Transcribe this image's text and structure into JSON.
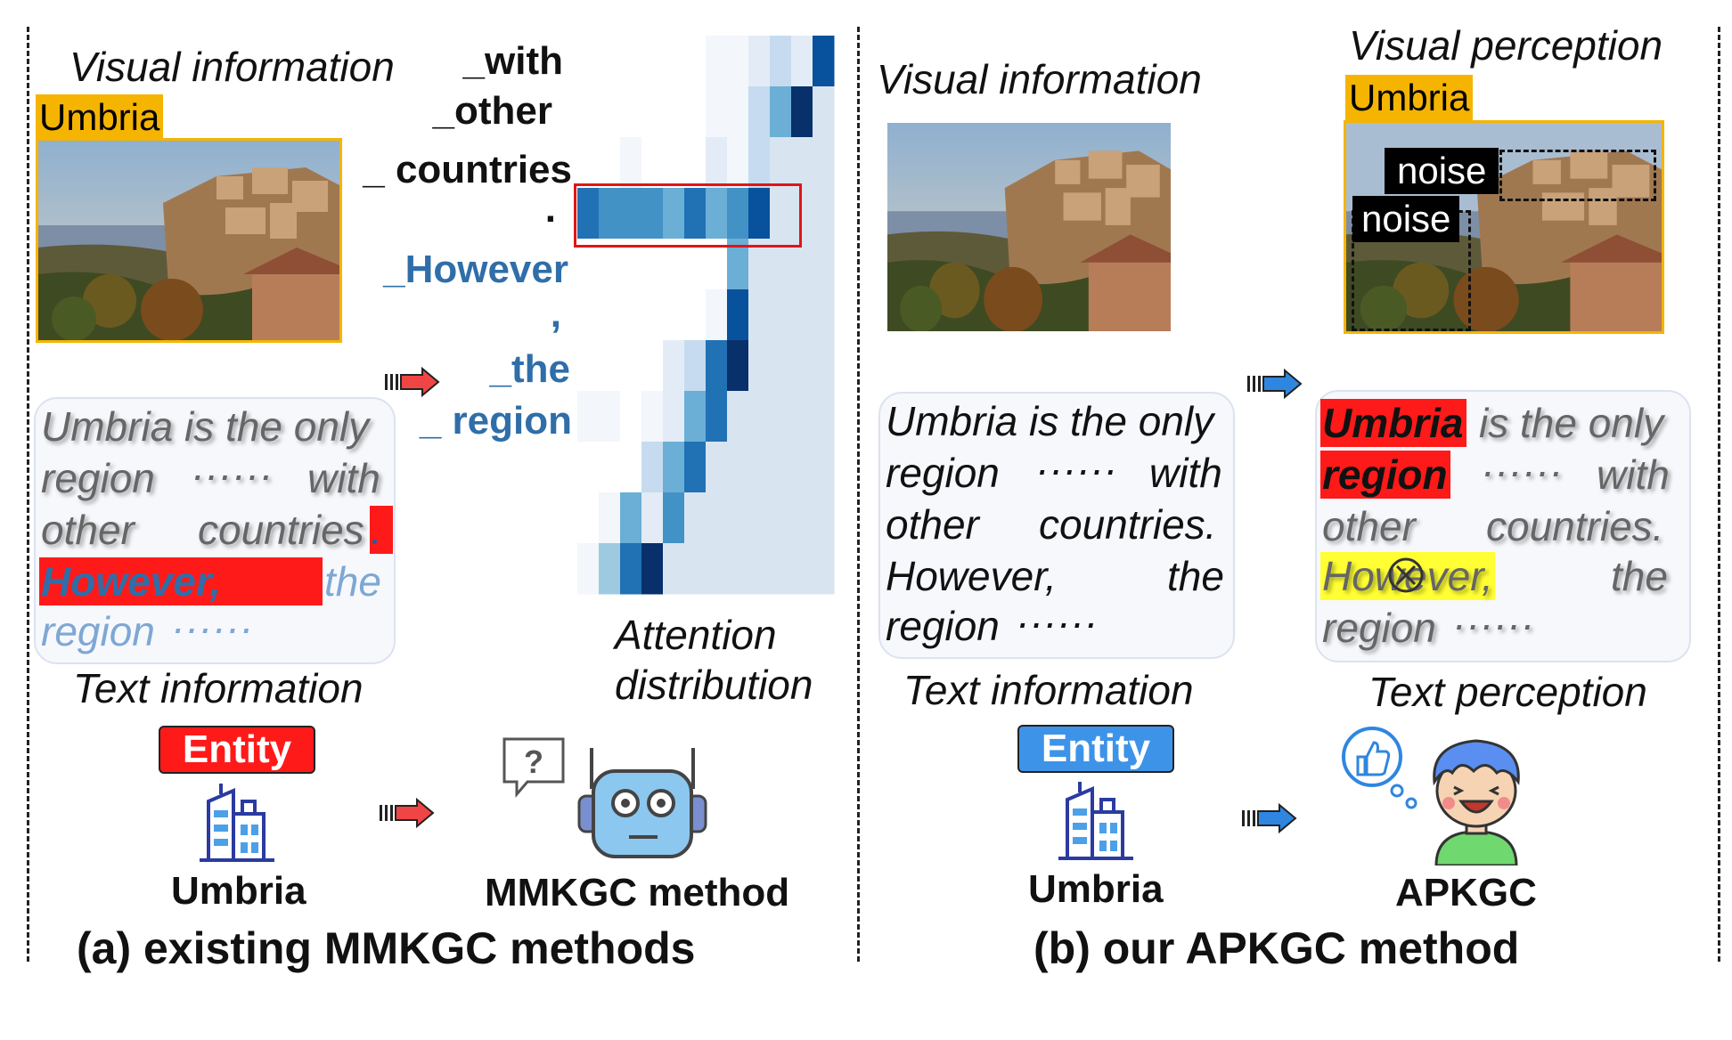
{
  "left": {
    "visual_label": "Visual information",
    "entity_tag": "Umbria",
    "text_lines": [
      "Umbria is the only",
      "region",
      "······",
      "with",
      "other",
      "countries",
      ".",
      "However,",
      "the",
      "region",
      "······"
    ],
    "text_label": "Text information",
    "tokens": [
      "_with",
      "_other",
      "_ countries",
      ".",
      "_However",
      ",",
      "_the",
      "_ region"
    ],
    "attention_label_1": "Attention",
    "attention_label_2": "distribution",
    "entity_badge": "Entity",
    "entity_name": "Umbria",
    "method_label": "MMKGC method",
    "caption": "(a)  existing MMKGC methods"
  },
  "right": {
    "visual_label": "Visual information",
    "perception_label": "Visual perception",
    "entity_tag": "Umbria",
    "noise_1": "noise",
    "noise_2": "noise",
    "text_lines": [
      "Umbria is the only",
      "region",
      "······",
      "with",
      "other",
      "countries.",
      "However,",
      "the",
      "region",
      "······"
    ],
    "perceived": {
      "w1": "Umbria",
      "w1b": "is the only",
      "w2": "region",
      "dots": "······",
      "with": "with",
      "other": "other",
      "countries": "countries.",
      "however": "However,",
      "the": "the",
      "region": "region",
      "dots2": "······"
    },
    "text_label": "Text information",
    "text_perception_label": "Text perception",
    "entity_badge": "Entity",
    "entity_name": "Umbria",
    "method_label": "APKGC",
    "caption": "(b)  our APKGC method"
  },
  "colors": {
    "highlight_red": "#ff1a1a",
    "highlight_yellow": "#ffff33",
    "tag_gold": "#f5b400",
    "badge_blue": "#3d93e8",
    "token_blue": "#2f6ea8",
    "arrow_red": "#f04545",
    "arrow_blue": "#2f86e0"
  },
  "icons": [
    "building-icon",
    "robot-icon",
    "question-bubble-icon",
    "boy-face-icon",
    "thumbs-up-icon",
    "arrow-right-icon"
  ]
}
